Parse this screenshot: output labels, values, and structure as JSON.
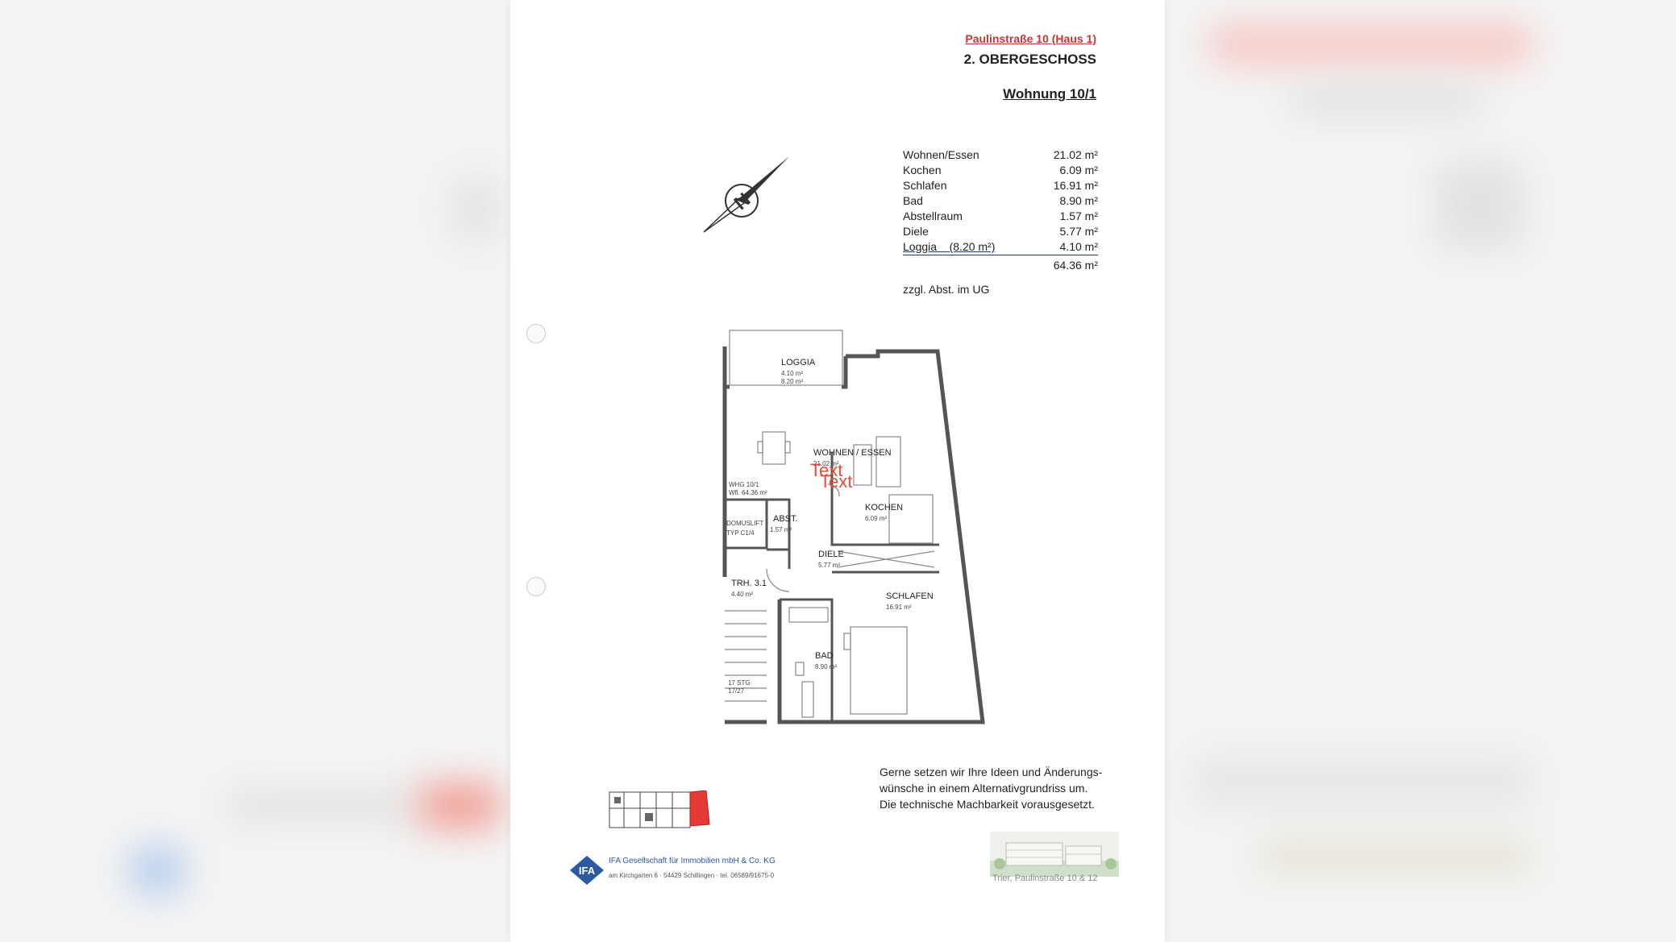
{
  "header": {
    "address": "Paulinstraße 10 (Haus 1)",
    "floor": "2. OBERGESCHOSS",
    "apartment": "Wohnung 10/1"
  },
  "areas": [
    {
      "name": "Wohnen/Essen",
      "value": "21.02 m²"
    },
    {
      "name": "Kochen",
      "value": "6.09 m²"
    },
    {
      "name": "Schlafen",
      "value": "16.91 m²"
    },
    {
      "name": "Bad",
      "value": "8.90 m²"
    },
    {
      "name": "Abstellraum",
      "value": "1.57 m²"
    },
    {
      "name": "Diele",
      "value": "5.77 m²"
    },
    {
      "name": "Loggia    (8.20 m²)",
      "value": "4.10 m²"
    }
  ],
  "total": "64.36 m²",
  "note_ug": "zzgl. Abst. im UG",
  "plan": {
    "loggia": {
      "name": "LOGGIA",
      "area": "4.10 m²",
      "area_full": "8.20 m²"
    },
    "wohnen": {
      "name": "WOHNEN / ESSEN",
      "area": "21.02 m²"
    },
    "kochen": {
      "name": "KOCHEN",
      "area": "6.09 m²"
    },
    "abst": {
      "name": "ABST.",
      "area": "1.57 m²"
    },
    "diele": {
      "name": "DIELE",
      "area": "5.77 m²"
    },
    "schlafen": {
      "name": "SCHLAFEN",
      "area": "16.91 m²"
    },
    "bad": {
      "name": "BAD",
      "area": "8.90 m²"
    },
    "treppe": {
      "name": "TRH. 3.1",
      "area": "4.40 m²"
    },
    "lift": {
      "line1": "DOMUSLIFT",
      "line2": "TYP C1/4"
    },
    "whg": {
      "line1": "WHG 10/1",
      "line2": "Wfl. 64.36 m²"
    },
    "stair_note1": "17 STG",
    "stair_note2": "17/27",
    "overlay_text": "Text"
  },
  "closing": {
    "line1": "Gerne setzen wir Ihre Ideen und Änderungs-",
    "line2": "wünsche in einem Alternativgrundriss um.",
    "line3": "Die technische Machbarkeit vorausgesetzt."
  },
  "logo": {
    "mark": "IFA",
    "company": "IFA Gesellschaft für Immobilien mbH & Co. KG",
    "address": "am Kirchgarten 6 · 54429 Schillingen · tel. 06589/91675-0"
  },
  "render_caption": "Trier, Paulinstraße 10 & 12",
  "colors": {
    "accent_red": "#c0392b",
    "rule_blue": "#1c3f6e",
    "logo_blue": "#2c5aa0"
  }
}
